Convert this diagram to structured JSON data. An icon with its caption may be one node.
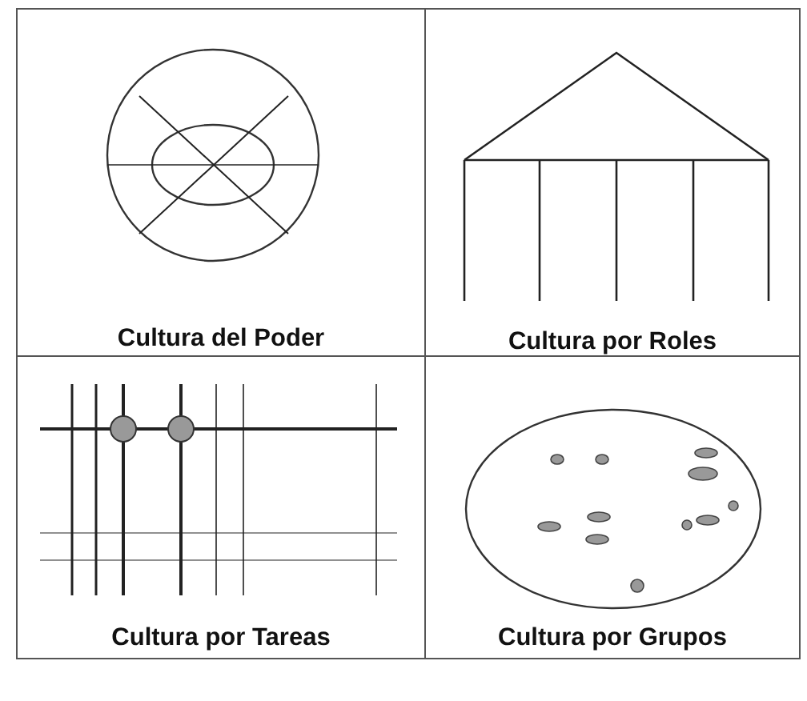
{
  "diagram": {
    "nodes": [
      {
        "text": [
          "Cultura del Poder"
        ]
      },
      {
        "text": [
          "Cultura por Roles"
        ]
      },
      {
        "text": [
          "Cultura por Tareas"
        ]
      },
      {
        "text": [
          "Cultura por Grupos"
        ]
      }
    ]
  }
}
